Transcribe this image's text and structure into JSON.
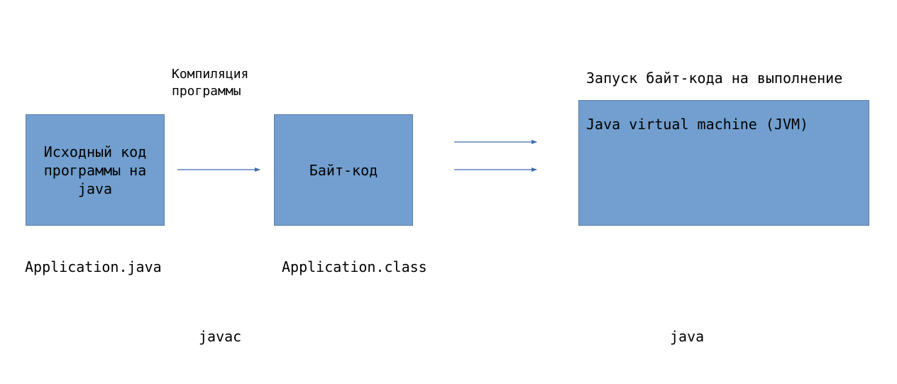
{
  "boxes": {
    "source": "Исходный код программы на java",
    "bytecode": "Байт-код",
    "jvm": "Java virtual machine (JVM)"
  },
  "labels": {
    "compile": "Компиляция программы",
    "run": "Запуск байт-кода на выполнение",
    "source_file": "Application.java",
    "class_file": "Application.class",
    "javac": "javac",
    "java": "java"
  },
  "colors": {
    "box_fill": "#729fcf",
    "arrow": "#3c6bb0"
  }
}
